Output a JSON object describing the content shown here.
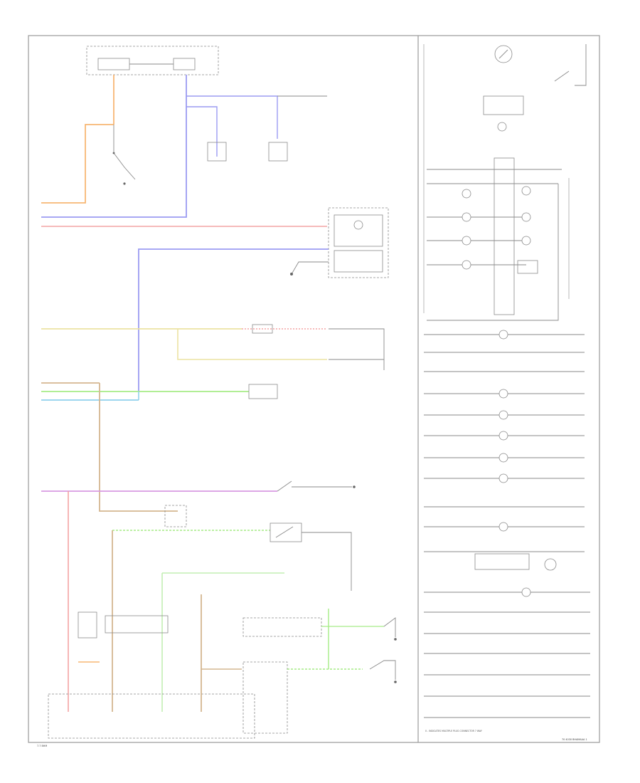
{
  "colors": {
    "background": "#ffffff",
    "frame": "#9a9a9a",
    "line": "#8a8a8a",
    "wire_orange": "#f7b774",
    "wire_blue": "#9b9bf2",
    "wire_red": "#f4a3a3",
    "wire_yellow": "#ece3a2",
    "wire_green": "#a6ec86",
    "wire_tan": "#d4b690",
    "wire_cyan": "#8fd0ec",
    "wire_purple": "#d89ae2",
    "wire_lightgreen": "#c3efb4"
  },
  "footer": {
    "left": "7.7 BHM",
    "right": "70 4030 BHAMAAA 1"
  },
  "note": "0 - INDICATES MULTIPLE PLUG CONNECTOR 7 WAY"
}
